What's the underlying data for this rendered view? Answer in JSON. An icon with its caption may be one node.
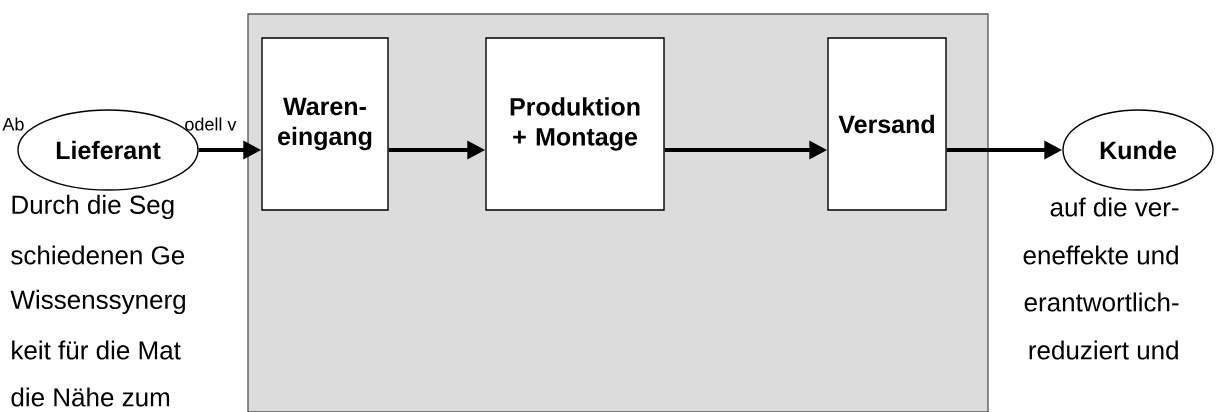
{
  "diagram": {
    "nodes": [
      {
        "text": [
          "Lieferant"
        ]
      },
      {
        "text": [],
        "shape": "box"
      },
      {
        "text": [
          "Waren- eingang"
        ],
        "in": 1
      },
      {
        "text": [
          "Produktion + Montage"
        ],
        "in": 1
      },
      {
        "text": [
          "Versand"
        ],
        "in": 1
      },
      {
        "text": [
          "Kunde"
        ]
      }
    ],
    "edges": [
      {
        "from": 0,
        "to": 2,
        "arrow": "to"
      },
      {
        "from": 2,
        "to": 3,
        "arrow": "to"
      },
      {
        "from": 3,
        "to": 4,
        "arrow": "to"
      },
      {
        "from": 4,
        "to": 5,
        "arrow": "to"
      }
    ],
    "labels": [
      "Ab",
      "odell v",
      "Durch die Seg",
      "auf die ver-",
      "schiedenen Ge",
      "eneffekte und",
      "Wissenssynerg",
      "erantwortlich-",
      "keit für die Mat",
      "reduziert und",
      "die Nähe zum"
    ]
  }
}
